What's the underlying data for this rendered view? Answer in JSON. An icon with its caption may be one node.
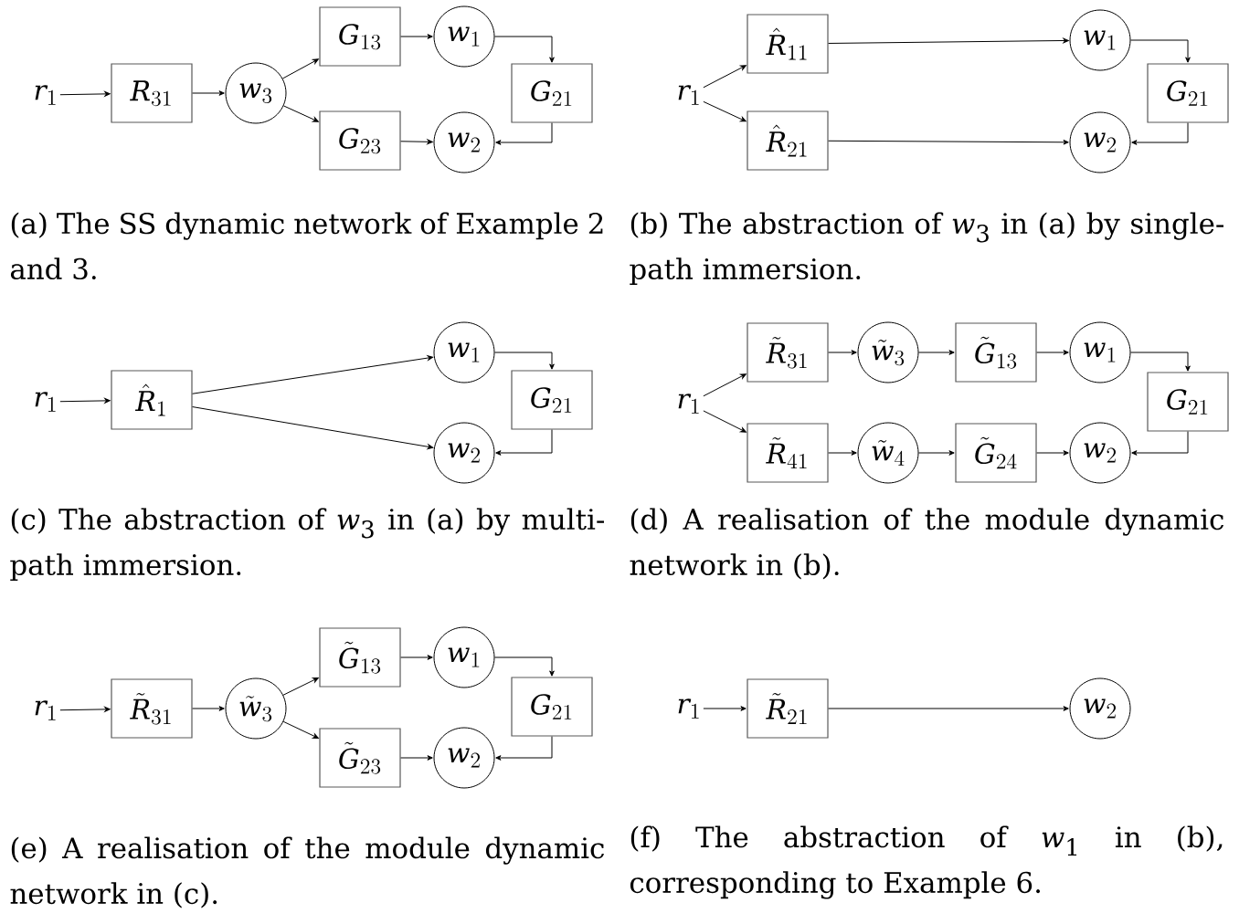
{
  "diagram": {
    "nodes": [
      {
        "text": [
          "r_{1}"
        ]
      },
      {
        "text": [
          "R_{31}"
        ]
      },
      {
        "text": [
          "w_{3}"
        ]
      },
      {
        "text": [
          "G_{13}"
        ]
      },
      {
        "text": [
          "w_{1}"
        ]
      },
      {
        "text": [
          "G_{23}"
        ]
      },
      {
        "text": [
          "w_{2}"
        ]
      },
      {
        "text": [
          "G_{21}"
        ]
      },
      {
        "text": [
          "r_{1}"
        ]
      },
      {
        "text": [
          "\\hat{R}_{11}"
        ]
      },
      {
        "text": [
          "w_{1}"
        ]
      },
      {
        "text": [
          "\\hat{R}_{21}"
        ]
      },
      {
        "text": [
          "w_{2}"
        ]
      },
      {
        "text": [
          "G_{21}"
        ]
      },
      {
        "text": [
          "r_{1}"
        ]
      },
      {
        "text": [
          "\\hat{R}_{1}"
        ]
      },
      {
        "text": [
          "w_{1}"
        ]
      },
      {
        "text": [
          "w_{2}"
        ]
      },
      {
        "text": [
          "G_{21}"
        ]
      },
      {
        "text": [
          "r_{1}"
        ]
      },
      {
        "text": [
          "\\tilde{R}_{31}"
        ]
      },
      {
        "text": [
          "\\tilde{w}_{3}"
        ]
      },
      {
        "text": [
          "\\tilde{G}_{13}"
        ]
      },
      {
        "text": [
          "w_{1}"
        ]
      },
      {
        "text": [
          "\\tilde{R}_{41}"
        ]
      },
      {
        "text": [
          "\\tilde{w}_{4}"
        ]
      },
      {
        "text": [
          "\\tilde{G}_{24}"
        ]
      },
      {
        "text": [
          "w_{2}"
        ]
      },
      {
        "text": [
          "G_{21}"
        ]
      },
      {
        "text": [
          "r_{1}"
        ]
      },
      {
        "text": [
          "\\tilde{R}_{31}"
        ]
      },
      {
        "text": [
          "\\tilde{w}_{3}"
        ]
      },
      {
        "text": [
          "\\tilde{G}_{13}"
        ]
      },
      {
        "text": [
          "w_{1}"
        ]
      },
      {
        "text": [
          "\\tilde{G}_{23}"
        ]
      },
      {
        "text": [
          "w_{2}"
        ]
      },
      {
        "text": [
          "G_{21}"
        ]
      },
      {
        "text": [
          "r_{1}"
        ]
      },
      {
        "text": [
          "\\tilde{R}_{21}"
        ]
      },
      {
        "text": [
          "w_{2}"
        ]
      }
    ],
    "edges": [
      {
        "from": 0,
        "to": 1,
        "arrow": "to"
      },
      {
        "from": 1,
        "to": 2,
        "arrow": "to"
      },
      {
        "from": 2,
        "to": 3,
        "arrow": "to"
      },
      {
        "from": 2,
        "to": 5,
        "arrow": "to"
      },
      {
        "from": 3,
        "to": 4,
        "arrow": "to"
      },
      {
        "from": 5,
        "to": 6,
        "arrow": "to"
      },
      {
        "from": 4,
        "to": 7,
        "arrow": "to"
      },
      {
        "from": 7,
        "to": 6,
        "arrow": "to"
      },
      {
        "from": 8,
        "to": 9,
        "arrow": "to"
      },
      {
        "from": 8,
        "to": 11,
        "arrow": "to"
      },
      {
        "from": 9,
        "to": 10,
        "arrow": "to"
      },
      {
        "from": 11,
        "to": 12,
        "arrow": "to"
      },
      {
        "from": 10,
        "to": 13,
        "arrow": "to"
      },
      {
        "from": 13,
        "to": 12,
        "arrow": "to"
      },
      {
        "from": 14,
        "to": 15,
        "arrow": "to"
      },
      {
        "from": 15,
        "to": 16,
        "arrow": "to"
      },
      {
        "from": 15,
        "to": 17,
        "arrow": "to"
      },
      {
        "from": 16,
        "to": 18,
        "arrow": "to"
      },
      {
        "from": 18,
        "to": 17,
        "arrow": "to"
      },
      {
        "from": 19,
        "to": 20,
        "arrow": "to"
      },
      {
        "from": 19,
        "to": 24,
        "arrow": "to"
      },
      {
        "from": 20,
        "to": 21,
        "arrow": "to"
      },
      {
        "from": 21,
        "to": 22,
        "arrow": "to"
      },
      {
        "from": 22,
        "to": 23,
        "arrow": "to"
      },
      {
        "from": 24,
        "to": 25,
        "arrow": "to"
      },
      {
        "from": 25,
        "to": 26,
        "arrow": "to"
      },
      {
        "from": 26,
        "to": 27,
        "arrow": "to"
      },
      {
        "from": 23,
        "to": 28,
        "arrow": "to"
      },
      {
        "from": 28,
        "to": 27,
        "arrow": "to"
      },
      {
        "from": 29,
        "to": 30,
        "arrow": "to"
      },
      {
        "from": 30,
        "to": 31,
        "arrow": "to"
      },
      {
        "from": 31,
        "to": 32,
        "arrow": "to"
      },
      {
        "from": 31,
        "to": 34,
        "arrow": "to"
      },
      {
        "from": 32,
        "to": 33,
        "arrow": "to"
      },
      {
        "from": 34,
        "to": 35,
        "arrow": "to"
      },
      {
        "from": 33,
        "to": 36,
        "arrow": "to"
      },
      {
        "from": 36,
        "to": 35,
        "arrow": "to"
      },
      {
        "from": 37,
        "to": 38,
        "arrow": "to"
      },
      {
        "from": 38,
        "to": 39,
        "arrow": "to"
      }
    ],
    "labels": [
      "(a) The SS dynamic network of Example 2 and 3.",
      "(b) The abstraction of *w*$_{3}$ in (a) by single-path immersion.",
      "(c) The abstraction of *w*$_{3}$ in (a) by multi-path immersion.",
      "(d) A realisation of the module dynamic network in (b).",
      "(e) A realisation of the module dynamic network in (c).",
      "(f) The abstraction of *w*$_{1}$ in (b), corresponding to Example 6."
    ]
  }
}
